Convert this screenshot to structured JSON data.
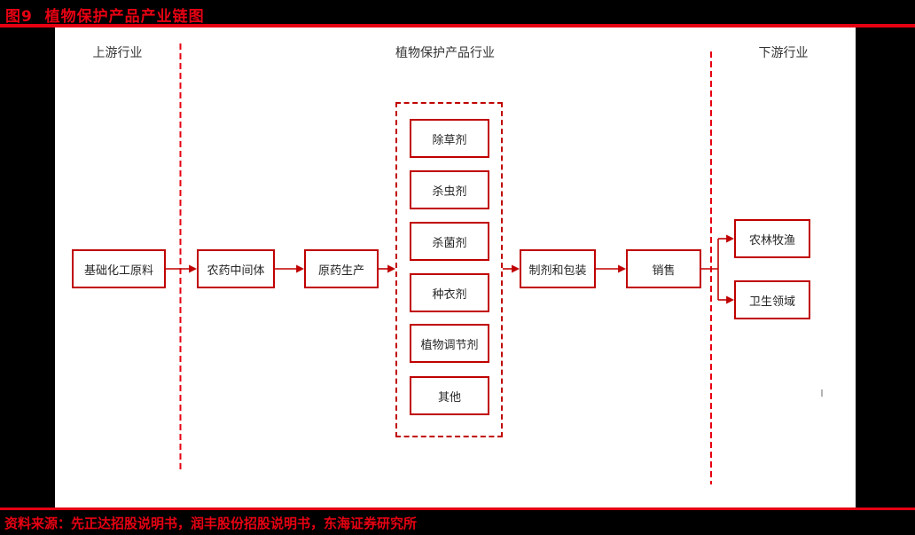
{
  "figure": {
    "title": "图9  植物保护产品产业链图",
    "source": "资料来源：先正达招股说明书，润丰股份招股说明书，东海证券研究所"
  },
  "colors": {
    "accent_red": "#e60012",
    "box_border_red": "#c00000",
    "canvas_bg": "#ffffff",
    "page_bg": "#000000",
    "text_dark": "#333333"
  },
  "sections": {
    "upstream_label": "上游行业",
    "core_label": "植物保护产品行业",
    "downstream_label": "下游行业"
  },
  "chain": {
    "base_material": "基础化工原料",
    "intermediate": "农药中间体",
    "technical_production": "原药生产",
    "formulation_packaging": "制剂和包装",
    "sales": "销售",
    "products": [
      "除草剂",
      "杀虫剂",
      "杀菌剂",
      "种衣剂",
      "植物调节剂",
      "其他"
    ],
    "downstream": [
      "农林牧渔",
      "卫生领域"
    ]
  }
}
